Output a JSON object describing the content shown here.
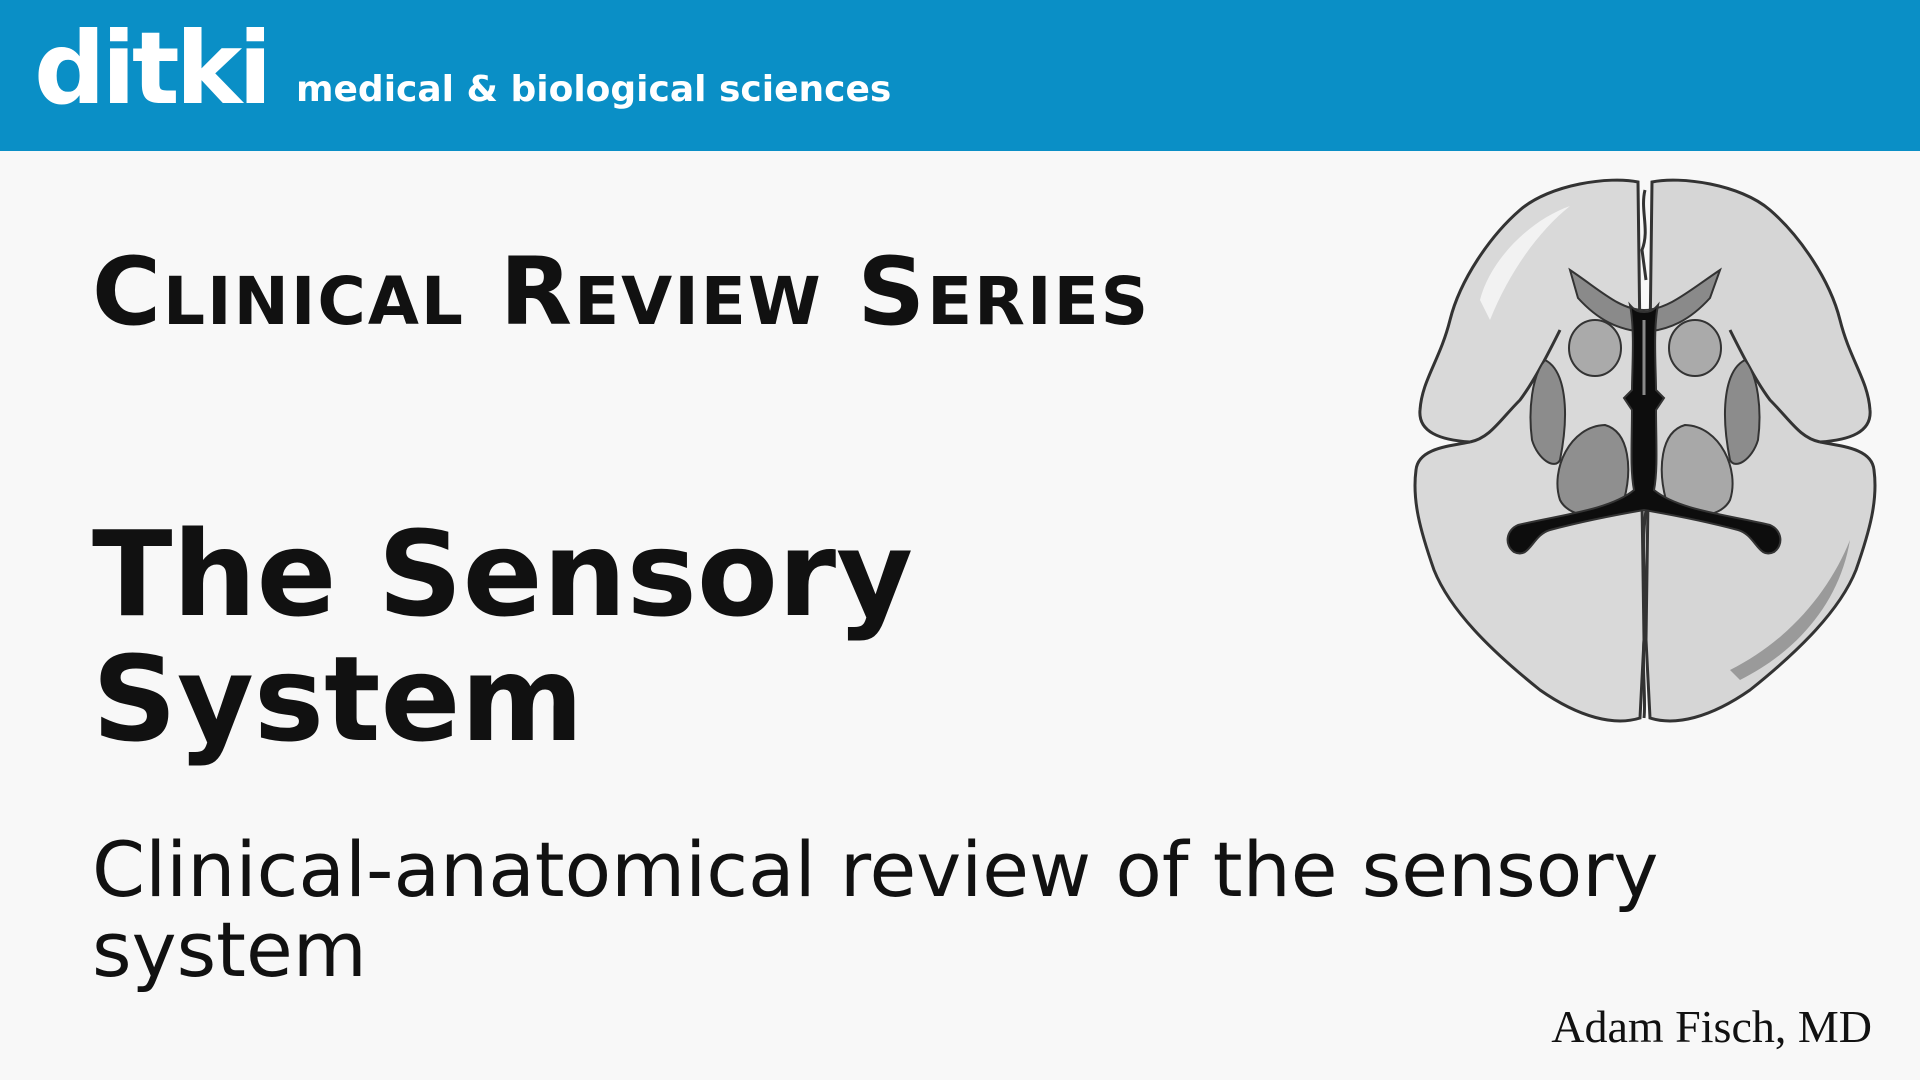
{
  "header": {
    "logo": "ditki",
    "tagline": "medical & biological sciences"
  },
  "slide": {
    "series_title": "Clinical Review Series",
    "topic_title": "The Sensory System",
    "description": "Clinical-anatomical review of the sensory system",
    "author": "Adam Fisch, MD"
  },
  "colors": {
    "header_bg": "#0a8fc6",
    "page_bg": "#f8f8f8",
    "text": "#111111"
  },
  "illustration": {
    "icon": "brain-axial-section-icon"
  }
}
